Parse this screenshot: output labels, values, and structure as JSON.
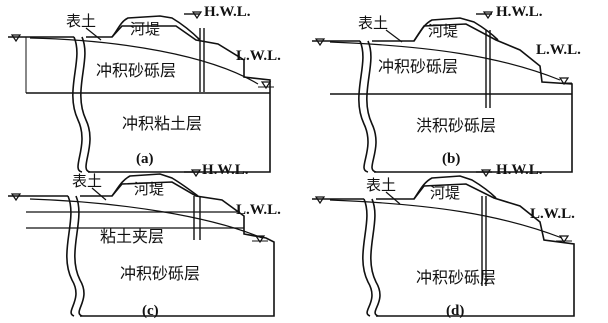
{
  "panels": [
    {
      "id": "a",
      "caption": "(a)",
      "topsoil": "表土",
      "levee": "河堤",
      "hwl": "H.W.L.",
      "lwl": "L.W.L.",
      "upper_layer": "冲积砂砾层",
      "lower_layer": "冲积粘土层"
    },
    {
      "id": "b",
      "caption": "(b)",
      "topsoil": "表土",
      "levee": "河堤",
      "hwl": "H.W.L.",
      "lwl": "L.W.L.",
      "upper_layer": "冲积砂砾层",
      "lower_layer": "洪积砂砾层"
    },
    {
      "id": "c",
      "caption": "(c)",
      "topsoil": "表土",
      "levee": "河堤",
      "hwl": "H.W.L.",
      "lwl": "L.W.L.",
      "upper_layer": "粘土夹层",
      "lower_layer": "冲积砂砾层"
    },
    {
      "id": "d",
      "caption": "(d)",
      "topsoil": "表土",
      "levee": "河堤",
      "hwl": "H.W.L.",
      "lwl": "L.W.L.",
      "upper_layer": "",
      "lower_layer": "冲积砂砾层"
    }
  ]
}
